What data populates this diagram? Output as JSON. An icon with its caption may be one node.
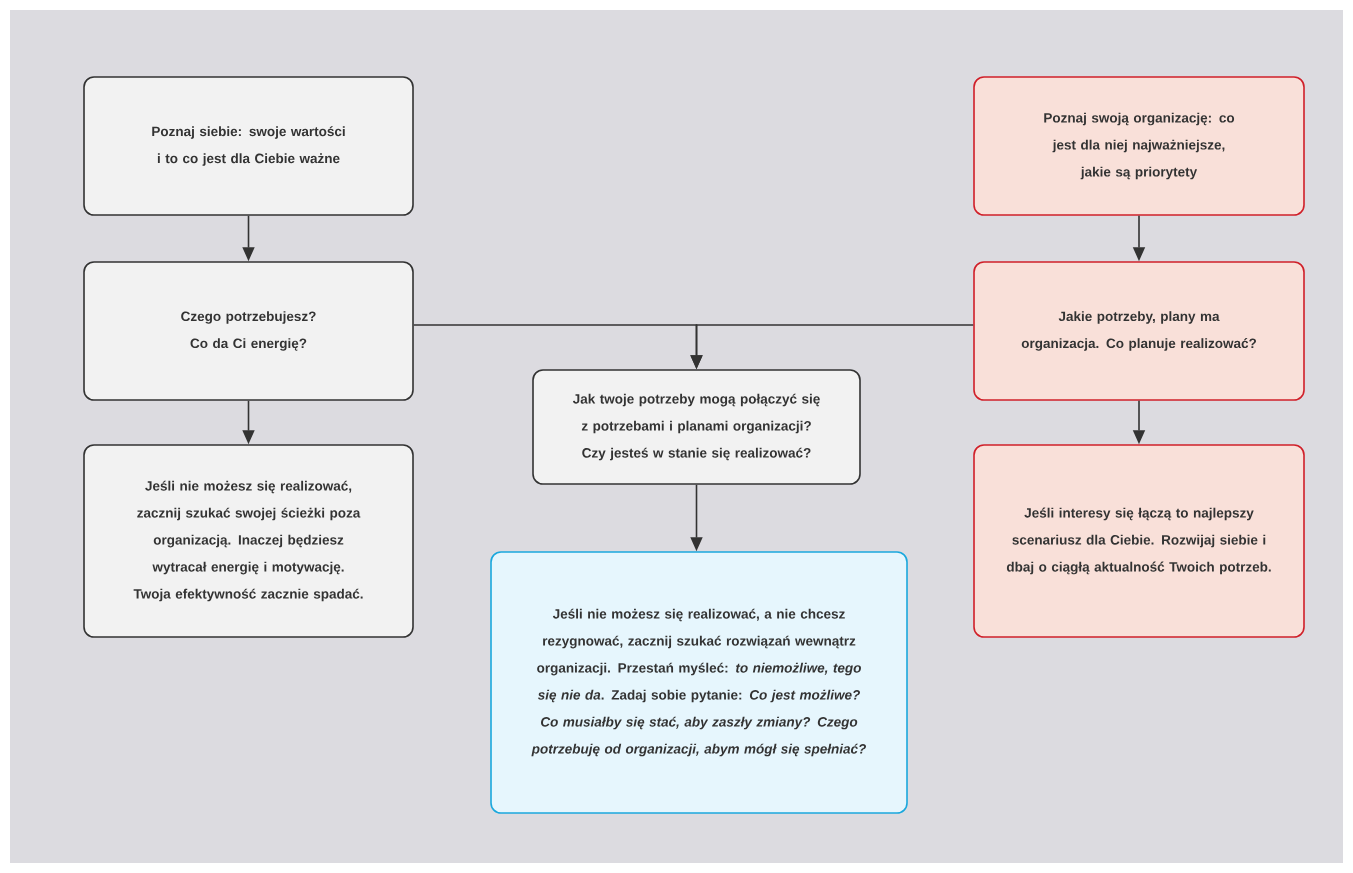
{
  "diagram": {
    "nodes": [
      {
        "text": [
          "Poznaj siebie: swoje wartości i to co jest dla Ciebie ważne"
        ]
      },
      {
        "text": [
          "Czego potrzebujesz? Co da Ci energię?"
        ]
      },
      {
        "text": [
          "Jeśli nie możesz się realizować, zacznij szukać swojej ścieżki poza organizacją. Inaczej będziesz wytracał energię i motywację. Twoja efektywność zacznie spadać."
        ]
      },
      {
        "text": [
          "Jak twoje potrzeby mogą połączyć się z potrzebami i planami organizacji? Czy jesteś w stanie się realizować?"
        ]
      },
      {
        "text": [
          "Jeśli nie możesz się realizować, a nie chcesz rezygnować, zacznij szukać rozwiązań wewnątrz organizacji. Przestań myśleć: *to niemożliwe, tego się nie da*. Zadaj sobie pytanie: *Co jest możliwe? Co musiałby się stać, aby zaszły zmiany? Czego potrzebuję od organizacji, abym mógł się spełniać?*"
        ]
      },
      {
        "text": [
          "Poznaj swoją organizację: co jest dla niej najważniejsze, jakie są priorytety"
        ]
      },
      {
        "text": [
          "Jakie potrzeby, plany ma organizacja. Co planuje realizować?"
        ]
      },
      {
        "text": [
          "Jeśli interesy się łączą to najlepszy scenariusz dla Ciebie. Rozwijaj siebie i dbaj o ciągłą aktualność Twoich potrzeb."
        ]
      }
    ],
    "edges": [
      {
        "from": 0,
        "to": 1,
        "arrow": "to"
      },
      {
        "from": 1,
        "to": 2,
        "arrow": "to"
      },
      {
        "from": 5,
        "to": 6,
        "arrow": "to"
      },
      {
        "from": 6,
        "to": 7,
        "arrow": "to"
      },
      {
        "from": 1,
        "to": 3,
        "arrow": "to"
      },
      {
        "from": 6,
        "to": 3,
        "arrow": "to"
      },
      {
        "from": 3,
        "to": 4,
        "arrow": "to"
      }
    ]
  }
}
